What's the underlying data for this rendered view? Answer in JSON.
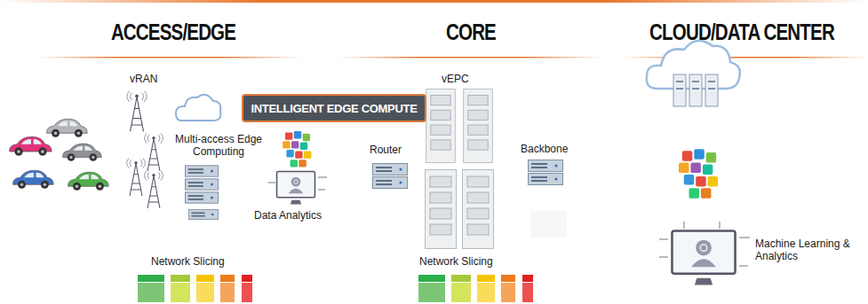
{
  "diagram": {
    "nodes": [
      {
        "text": [
          "INTELLIGENT EDGE COMPUTE"
        ]
      }
    ],
    "labels": [
      "ACCESS/EDGE",
      "CORE",
      "CLOUD/DATA CENTER",
      "vRAN",
      "Multi-access Edge Computing",
      "Data Analytics",
      "Router",
      "vEPC",
      "Backbone",
      "Network Slicing",
      "Network Slicing",
      "Machine Learning & Analytics"
    ]
  }
}
